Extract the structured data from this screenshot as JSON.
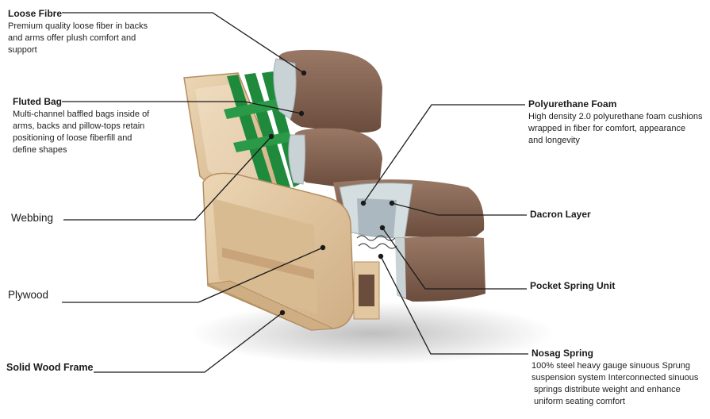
{
  "callouts": {
    "loose_fibre": {
      "title": "Loose Fibre",
      "desc_lines": [
        "Premium quality  loose fiber in backs",
        "and arms offer plush comfort  and",
        "support"
      ]
    },
    "fluted_bag": {
      "title": "Fluted Bag",
      "desc_lines": [
        "Multi-channel baffled bags inside of",
        "arms, backs and pillow-tops retain",
        "positioning of loose fiberfill and",
        "define shapes"
      ]
    },
    "webbing": {
      "title": "Webbing"
    },
    "plywood": {
      "title": "Plywood"
    },
    "solid_wood_frame": {
      "title": "Solid Wood Frame"
    },
    "polyurethane_foam": {
      "title": "Polyurethane Foam",
      "desc_lines": [
        "High density 2.0 polyurethane foam cushions",
        "wrapped in fiber for comfort, appearance",
        "and longevity"
      ]
    },
    "dacron_layer": {
      "title": "Dacron  Layer"
    },
    "pocket_spring_unit": {
      "title": "Pocket Spring Unit"
    },
    "nosag_spring": {
      "title": "Nosag Spring",
      "desc_lines": [
        "100% steel heavy gauge sinuous  Sprung",
        "suspension system Interconnected sinuous",
        " springs distribute weight and enhance",
        " uniform seating comfort"
      ]
    }
  },
  "colors": {
    "leather": "#7a5a48",
    "leather_light": "#9a7866",
    "wood": "#e2c7a0",
    "wood_dark": "#c9a47a",
    "webbing": "#1f8a3c",
    "foam": "#c9d3d6",
    "callout_line": "#1a1a1a"
  }
}
